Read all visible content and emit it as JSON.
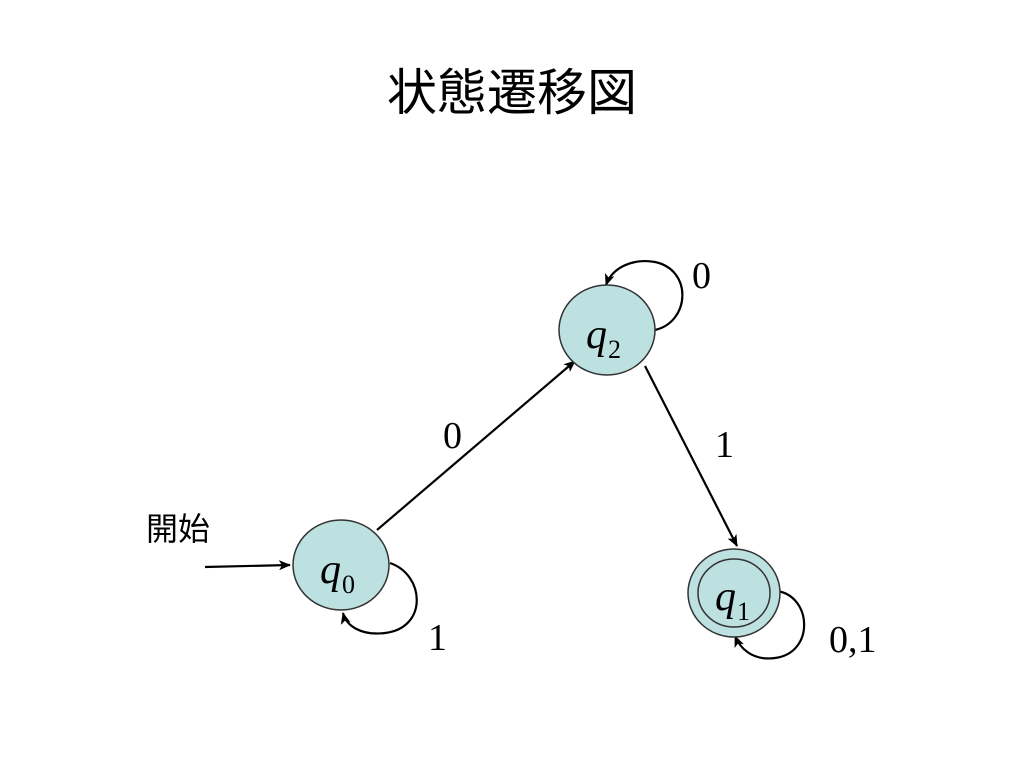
{
  "title": "状態遷移図",
  "start_label": "開始",
  "states": [
    {
      "name": "q",
      "sub": "0",
      "accepting": false,
      "initial": true
    },
    {
      "name": "q",
      "sub": "2",
      "accepting": false,
      "initial": false
    },
    {
      "name": "q",
      "sub": "1",
      "accepting": true,
      "initial": false
    }
  ],
  "transitions": [
    {
      "from": "q0",
      "to": "q2",
      "label": "0"
    },
    {
      "from": "q2",
      "to": "q1",
      "label": "1"
    },
    {
      "from": "q0",
      "to": "q0",
      "label": "1"
    },
    {
      "from": "q2",
      "to": "q2",
      "label": "0"
    },
    {
      "from": "q1",
      "to": "q1",
      "label": "0,1"
    }
  ],
  "colors": {
    "state_fill": "#bde0e0",
    "stroke": "#000000"
  }
}
